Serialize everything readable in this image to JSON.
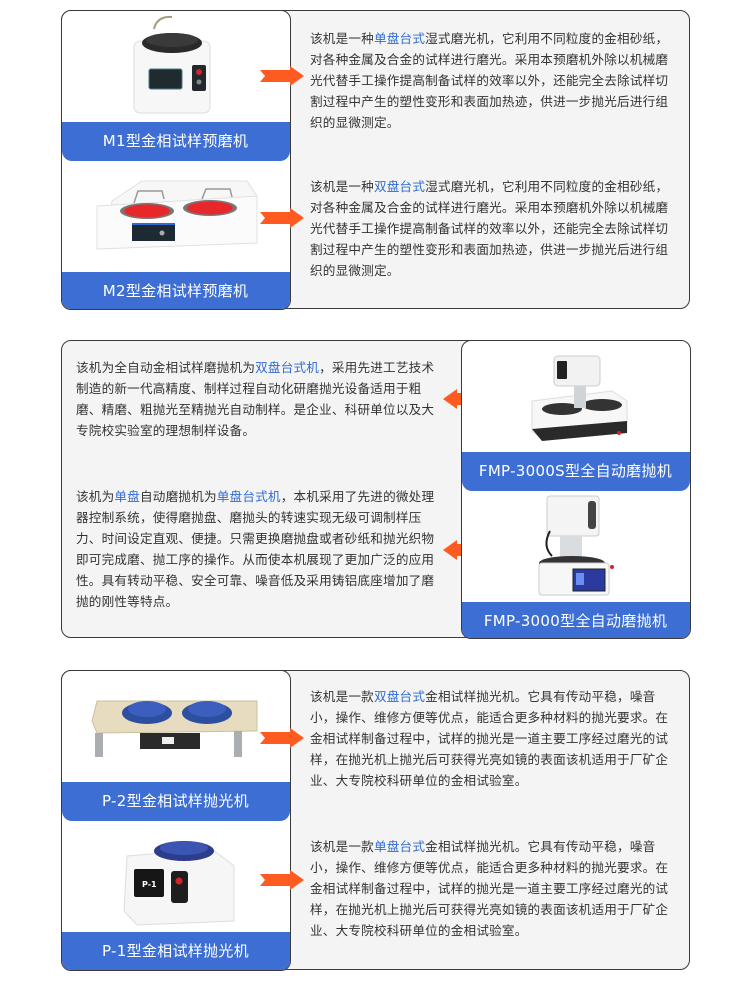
{
  "colors": {
    "accent_blue": "#3c6ed3",
    "highlight_text": "#2f6bd4",
    "arrow_orange": "#ff5a1f",
    "panel_bg": "#f4f4f4",
    "border": "#3a3a3a"
  },
  "sections": [
    {
      "layout": "image-left",
      "products": [
        {
          "name": "M1型金相试样预磨机",
          "image": "single-disc-grinder-icon",
          "desc": {
            "pre": "该机是一种",
            "highlight": "单盘台式",
            "post": "湿式磨光机，它利用不同粒度的金相砂纸，对各种金属及合金的试样进行磨光。采用本预磨机外除以机械磨光代替手工操作提高制备试样的效率以外，还能完全去除试样切割过程中产生的塑性变形和表面加热迹，供进一步抛光后进行组织的显微测定。"
          }
        },
        {
          "name": "M2型金相试样预磨机",
          "image": "double-disc-grinder-icon",
          "desc": {
            "pre": "该机是一种",
            "highlight": "双盘台式",
            "post": "湿式磨光机，它利用不同粒度的金相砂纸，对各种金属及合金的试样进行磨光。采用本预磨机外除以机械磨光代替手工操作提高制备试样的效率以外，还能完全去除试样切割过程中产生的塑性变形和表面加热迹，供进一步抛光后进行组织的显微测定。"
          }
        }
      ]
    },
    {
      "layout": "image-right",
      "products": [
        {
          "name": "FMP-3000S型全自动磨抛机",
          "image": "auto-double-polisher-icon",
          "desc": {
            "pre": "该机为全自动金相试样磨抛机为",
            "highlight": "双盘台式机",
            "post": "，采用先进工艺技术制造的新一代高精度、制样过程自动化研磨抛光设备适用于粗磨、精磨、粗抛光至精抛光自动制样。是企业、科研单位以及大专院校实验室的理想制样设备。"
          }
        },
        {
          "name": "FMP-3000型全自动磨抛机",
          "image": "auto-single-polisher-icon",
          "desc": {
            "pre": "该机为",
            "highlight": "单盘",
            "mid": "自动磨抛机为",
            "highlight2": "单盘台式机",
            "post": "，本机采用了先进的微处理器控制系统，使得磨抛盘、磨抛头的转速实现无级可调制样压力、时间设定直观、便捷。只需更换磨抛盘或者砂纸和抛光织物即可完成磨、抛工序的操作。从而使本机展现了更加广泛的应用性。具有转动平稳、安全可靠、噪音低及采用铸铝底座增加了磨抛的刚性等特点。"
          }
        }
      ]
    },
    {
      "layout": "image-left",
      "products": [
        {
          "name": "P-2型金相试样抛光机",
          "image": "double-disc-polisher-icon",
          "desc": {
            "pre": "该机是一款",
            "highlight": "双盘台式",
            "post": "金相试样抛光机。它具有传动平稳，噪音小，操作、维修方便等优点，能适合更多种材料的抛光要求。在金相试样制备过程中，试样的抛光是一道主要工序经过磨光的试样，在抛光机上抛光后可获得光亮如镜的表面该机适用于厂矿企业、大专院校科研单位的金相试验室。"
          }
        },
        {
          "name": "P-1型金相试样抛光机",
          "image": "single-disc-polisher-icon",
          "desc": {
            "pre": "该机是一款",
            "highlight": "单盘台式",
            "post": "金相试样抛光机。它具有传动平稳，噪音小，操作、维修方便等优点，能适合更多种材料的抛光要求。在金相试样制备过程中，试样的抛光是一道主要工序经过磨光的试样，在抛光机上抛光后可获得光亮如镜的表面该机适用于厂矿企业、大专院校科研单位的金相试验室。"
          }
        }
      ]
    }
  ],
  "icons": {
    "arrow_right": "arrow-right-icon",
    "arrow_left": "arrow-left-icon",
    "p1_screen_text": "P-1"
  }
}
